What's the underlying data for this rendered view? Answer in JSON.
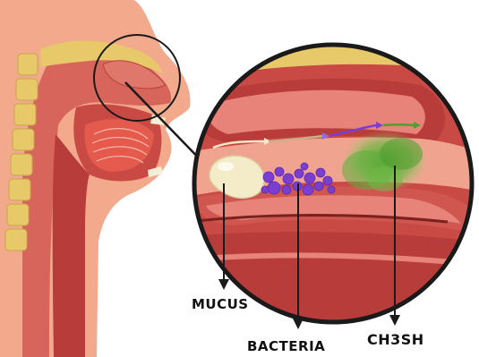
{
  "labels": {
    "mucus": "MUCUS",
    "bacteria": "BACTERIA",
    "ch3sh": "CH3SH"
  },
  "colors": {
    "skin": "#f2a98c",
    "tissue": "#c94a44",
    "tissue_dark": "#8f2a2a",
    "mucosa": "#e8837a",
    "bone": "#e8c96a",
    "mucus": "#f4ecc8",
    "bacteria": "#7a3fd1",
    "gas": "#5fae3c",
    "outline": "#1a1a1a"
  },
  "icons": {
    "airflow": "arrow-right-icon",
    "pointer": "arrow-down-icon"
  }
}
